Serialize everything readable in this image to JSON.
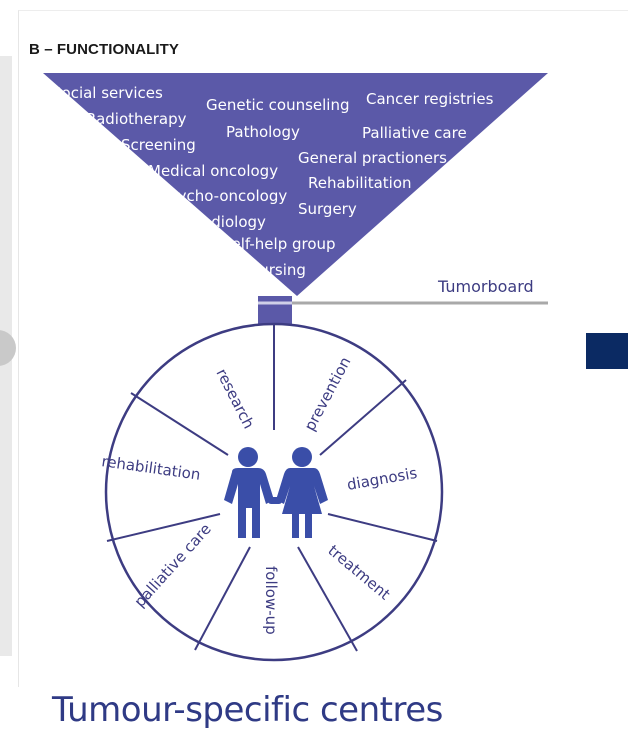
{
  "section_title": "B – FUNCTIONALITY",
  "caption": "Tumour-specific centres",
  "tumorboard_label": "Tumorboard",
  "funnel_items": {
    "social_services": "Social services",
    "genetic_counseling": "Genetic counseling",
    "cancer_registries": "Cancer registries",
    "radiotherapy": "Radiotherapy",
    "pathology": "Pathology",
    "palliative_care": "Palliative care",
    "screening": "Screening",
    "general_practioners": "General practioners",
    "medical_oncology": "Medical oncology",
    "rehabilitation": "Rehabilitation",
    "psycho_oncology": "Psycho-oncology",
    "surgery": "Surgery",
    "radiology": "Radiology",
    "self_help_group": "Self-help group",
    "nursing": "Nursing"
  },
  "wheel_segments": {
    "research": "research",
    "prevention": "prevention",
    "rehabilitation": "rehabilitation",
    "diagnosis": "diagnosis",
    "treatment": "treatment",
    "palliative_care": "palliative care",
    "follow_up": "follow-up"
  },
  "colors": {
    "funnel_fill": "#5b59a8",
    "wheel_stroke": "#3d3c82",
    "people_fill": "#3a4ea8",
    "caption": "#2f3a85",
    "tumorboard_line": "#a9a9a9"
  }
}
